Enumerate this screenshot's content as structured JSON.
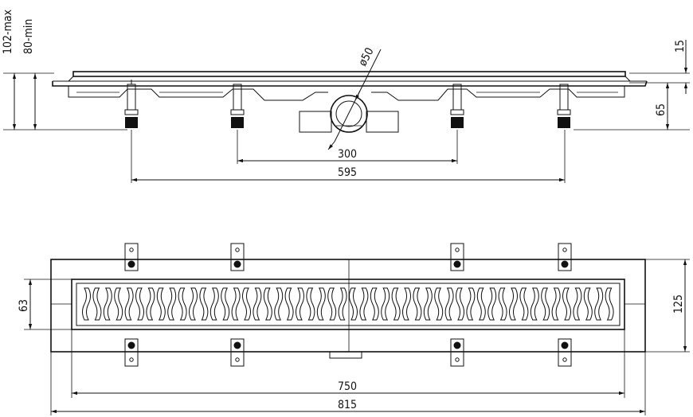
{
  "side_view": {
    "height_max_label": "102-max",
    "height_min_label": "80-min",
    "diameter_label": "ø50",
    "top_height_label": "15",
    "body_height_label": "65",
    "foot_inner_spacing_label": "300",
    "foot_outer_spacing_label": "595"
  },
  "top_view": {
    "grate_width_label": "63",
    "overall_width_label": "125",
    "grate_length_label": "750",
    "overall_length_label": "815"
  }
}
